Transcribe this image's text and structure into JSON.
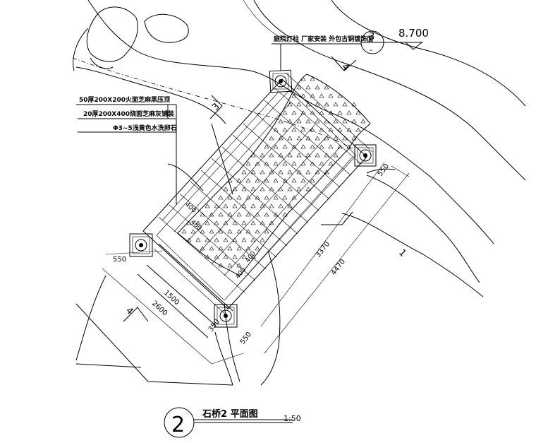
{
  "drawing": {
    "title": "石桥2 平面图",
    "scale": "1:50",
    "section_number": "2"
  },
  "notes": {
    "lamp_note": "庭院灯柱 厂家安装 外包古铜镀饰面",
    "layer_1": "50厚200X200火面芝麻黑压顶",
    "layer_2": "20厚200X400烧面芝麻灰铺装",
    "layer_3": "Φ3~5浅黄色水洗卵石"
  },
  "elevation": {
    "section_top": "3",
    "section_bottom": "-",
    "value": "8.700"
  },
  "section_marks": {
    "left_top": "3",
    "right_top": "4",
    "right_mid": "1",
    "left_bottom": "4"
  },
  "dimensions": {
    "d_550_right": "550",
    "d_3370": "3370",
    "d_4470": "4470",
    "d_550_bottom": "550",
    "d_550_left": "550",
    "d_1500": "1500",
    "d_2600": "2600",
    "d_350": "350",
    "d_400_a": "400",
    "d_400_b": "400",
    "d_400_c": "400",
    "d_400_d": "400"
  }
}
